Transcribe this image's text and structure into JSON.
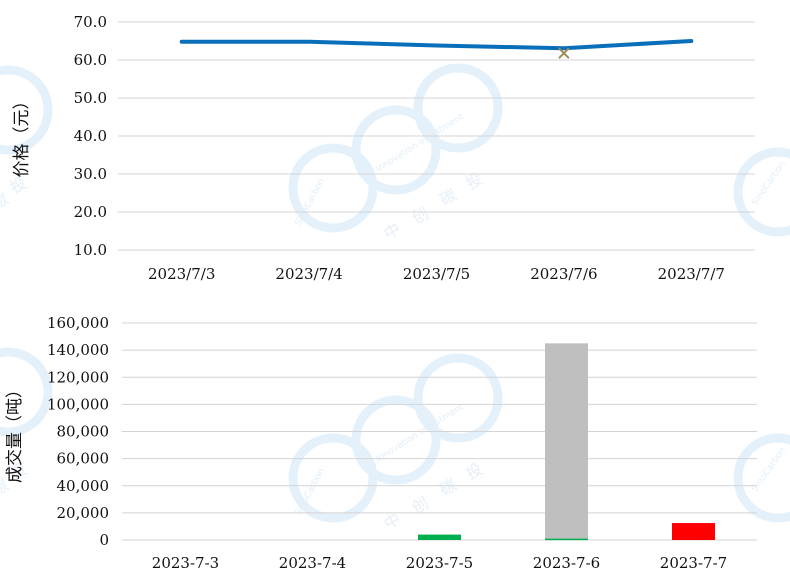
{
  "chart_data": [
    {
      "type": "line",
      "ylabel": "价格（元）",
      "categories": [
        "2023/7/3",
        "2023/7/4",
        "2023/7/5",
        "2023/7/6",
        "2023/7/7"
      ],
      "series": [
        {
          "values": [
            64.8,
            64.8,
            63.8,
            63.1,
            65.0
          ],
          "color": "#0a6fba"
        },
        {
          "values": [
            null,
            null,
            null,
            61.8,
            null
          ],
          "marker": "x",
          "color": "#9e8a5a"
        }
      ],
      "yticks": [
        "10.0",
        "20.0",
        "30.0",
        "40.0",
        "50.0",
        "60.0",
        "70.0"
      ],
      "ylim": [
        10,
        70
      ],
      "grid": true
    },
    {
      "type": "bar",
      "ylabel": "成交量（吨）",
      "categories": [
        "2023-7-3",
        "2023-7-4",
        "2023-7-5",
        "2023-7-6",
        "2023-7-7"
      ],
      "series": [
        {
          "values": [
            0,
            0,
            4000,
            145000,
            12500
          ],
          "colors": [
            "#00b050",
            "#00b050",
            "#00b050",
            "#bfbfbf",
            "#ff0000"
          ]
        },
        {
          "values": [
            0,
            0,
            0,
            1000,
            0
          ],
          "colors": [
            "#00b050",
            "#00b050",
            "#00b050",
            "#00b050",
            "#00b050"
          ]
        }
      ],
      "yticks": [
        "0",
        "20,000",
        "40,000",
        "60,000",
        "80,000",
        "100,000",
        "120,000",
        "140,000",
        "160,000"
      ],
      "ylim": [
        0,
        160000
      ],
      "grid": true
    }
  ],
  "watermark": {
    "brand": "SinoCarbon",
    "subtitle": "Innovation Investment",
    "cn_1": "中",
    "cn_2": "创",
    "cn_3": "碳",
    "cn_4": "投"
  }
}
